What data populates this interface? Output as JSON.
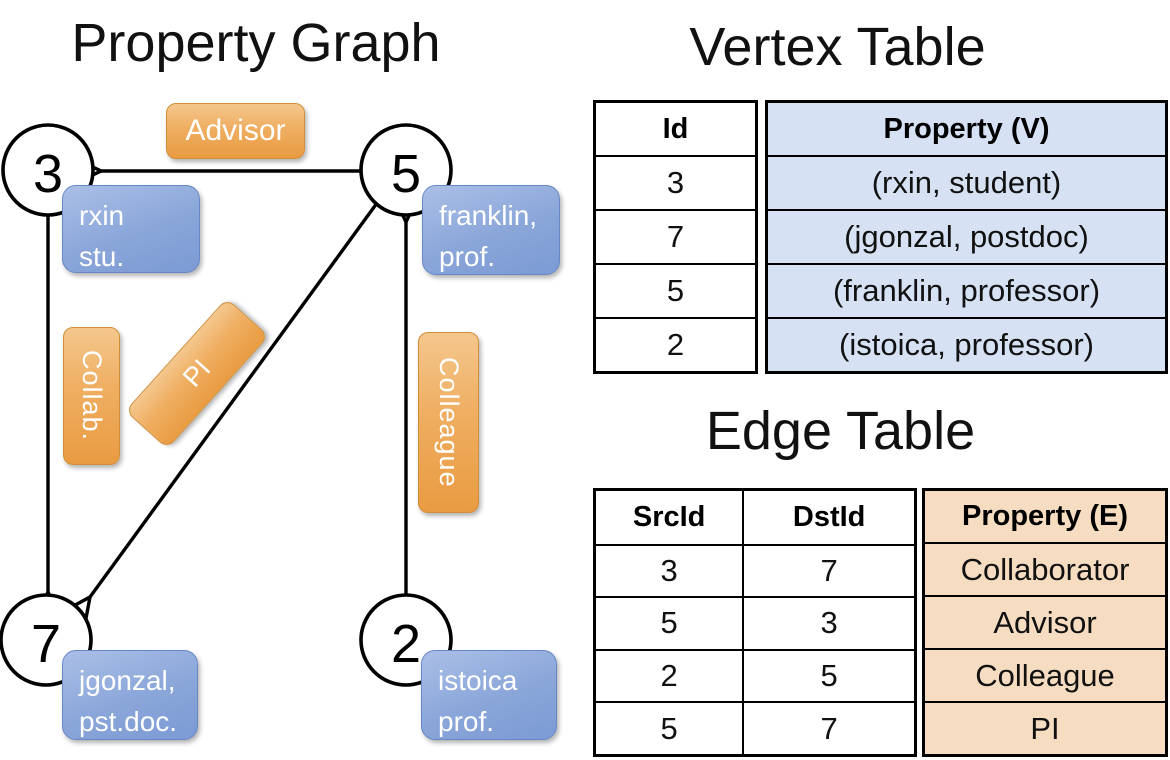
{
  "colors": {
    "edge_label_orange": "#efae61",
    "vertex_box_blue": "#8aa6d9",
    "vertex_table_fill": "#d6e1f3",
    "edge_table_fill": "#f6ddc1",
    "line_black": "#000000"
  },
  "graph": {
    "title": "Property Graph",
    "nodes": [
      {
        "label": "3",
        "box_line1": "rxin",
        "box_line2": "stu."
      },
      {
        "label": "5",
        "box_line1": "franklin,",
        "box_line2": "prof."
      },
      {
        "label": "7",
        "box_line1": "jgonzal,",
        "box_line2": "pst.doc."
      },
      {
        "label": "2",
        "box_line1": "istoica",
        "box_line2": "prof."
      }
    ],
    "edge_labels": {
      "advisor": "Advisor",
      "collab": "Collab.",
      "pi": "PI",
      "colleague": "Colleague"
    },
    "edges": [
      {
        "from": "5",
        "to": "3",
        "label": "Advisor"
      },
      {
        "from": "3",
        "to": "7",
        "label": "Collab."
      },
      {
        "from": "5",
        "to": "7",
        "label": "PI"
      },
      {
        "from": "2",
        "to": "5",
        "label": "Colleague"
      }
    ]
  },
  "vertex_table": {
    "title": "Vertex Table",
    "headers": {
      "id": "Id",
      "property": "Property (V)"
    },
    "rows": [
      {
        "id": "3",
        "property": "(rxin, student)"
      },
      {
        "id": "7",
        "property": "(jgonzal, postdoc)"
      },
      {
        "id": "5",
        "property": "(franklin, professor)"
      },
      {
        "id": "2",
        "property": "(istoica, professor)"
      }
    ]
  },
  "edge_table": {
    "title": "Edge Table",
    "headers": {
      "src": "SrcId",
      "dst": "DstId",
      "property": "Property (E)"
    },
    "rows": [
      {
        "src": "3",
        "dst": "7",
        "property": "Collaborator"
      },
      {
        "src": "5",
        "dst": "3",
        "property": "Advisor"
      },
      {
        "src": "2",
        "dst": "5",
        "property": "Colleague"
      },
      {
        "src": "5",
        "dst": "7",
        "property": "PI"
      }
    ]
  }
}
